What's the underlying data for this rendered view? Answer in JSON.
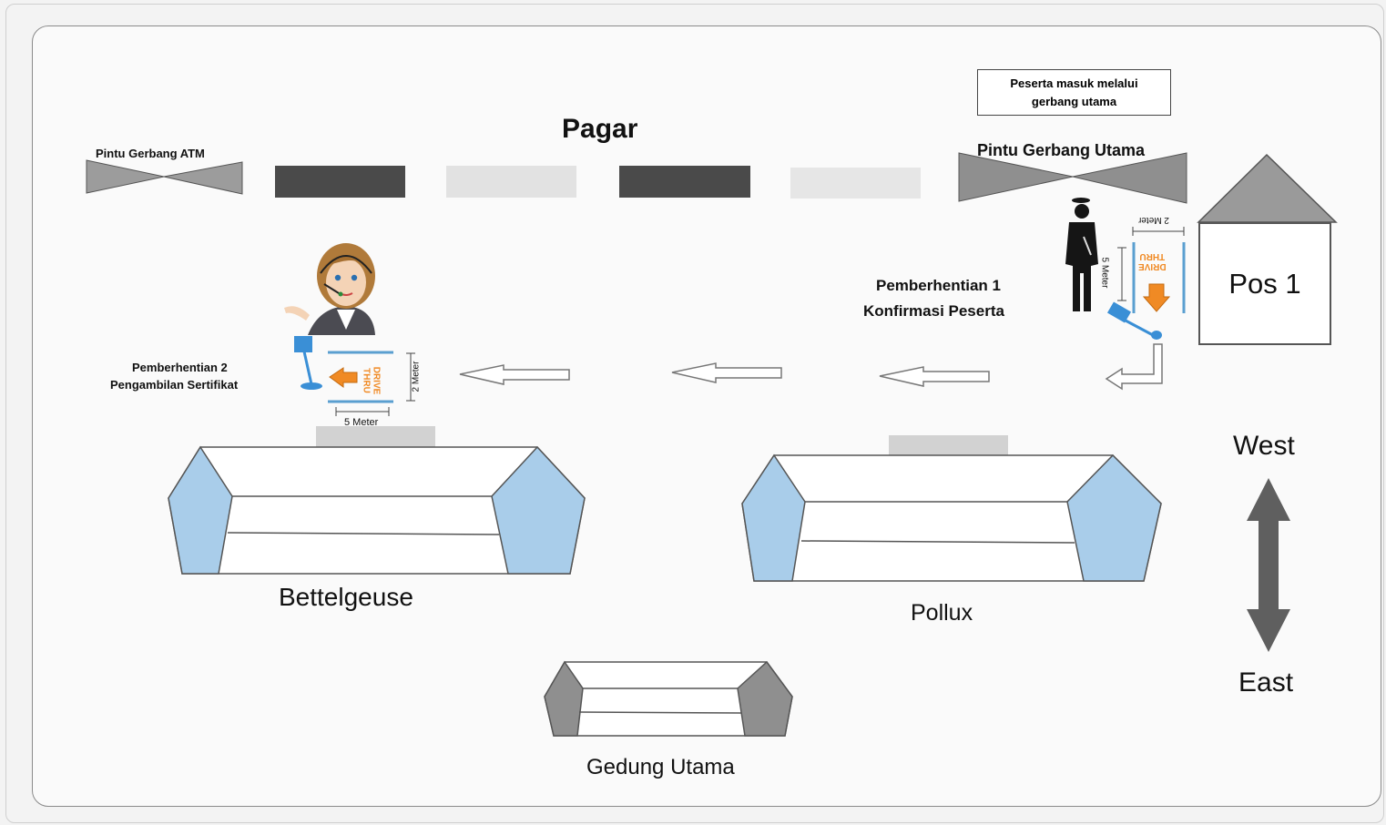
{
  "title": "Pagar",
  "note": {
    "line1": "Peserta masuk melalui",
    "line2": "gerbang utama"
  },
  "gates": {
    "atm": "Pintu Gerbang ATM",
    "main": "Pintu Gerbang Utama"
  },
  "post": "Pos 1",
  "stop1": {
    "line1": "Pemberhentian 1",
    "line2": "Konfirmasi Peserta"
  },
  "stop2": {
    "line1": "Pemberhentian 2",
    "line2": "Pengambilan Sertifikat"
  },
  "measure": {
    "two_meter": "2 Meter",
    "five_meter": "5 Meter",
    "five_meter_vert": "5 Meter"
  },
  "booth_sign": {
    "line1": "DRIVE",
    "line2": "THRU"
  },
  "buildings": {
    "left": "Bettelgeuse",
    "right": "Pollux",
    "bottom": "Gedung Utama"
  },
  "compass": {
    "top": "West",
    "bottom": "East"
  },
  "colors": {
    "glass": "#a9cdea",
    "fence_dark": "#4a4a4a",
    "fence_light": "#e2e2e2",
    "arrow_orange": "#f08a24",
    "booth_blue": "#3a8fd6"
  }
}
